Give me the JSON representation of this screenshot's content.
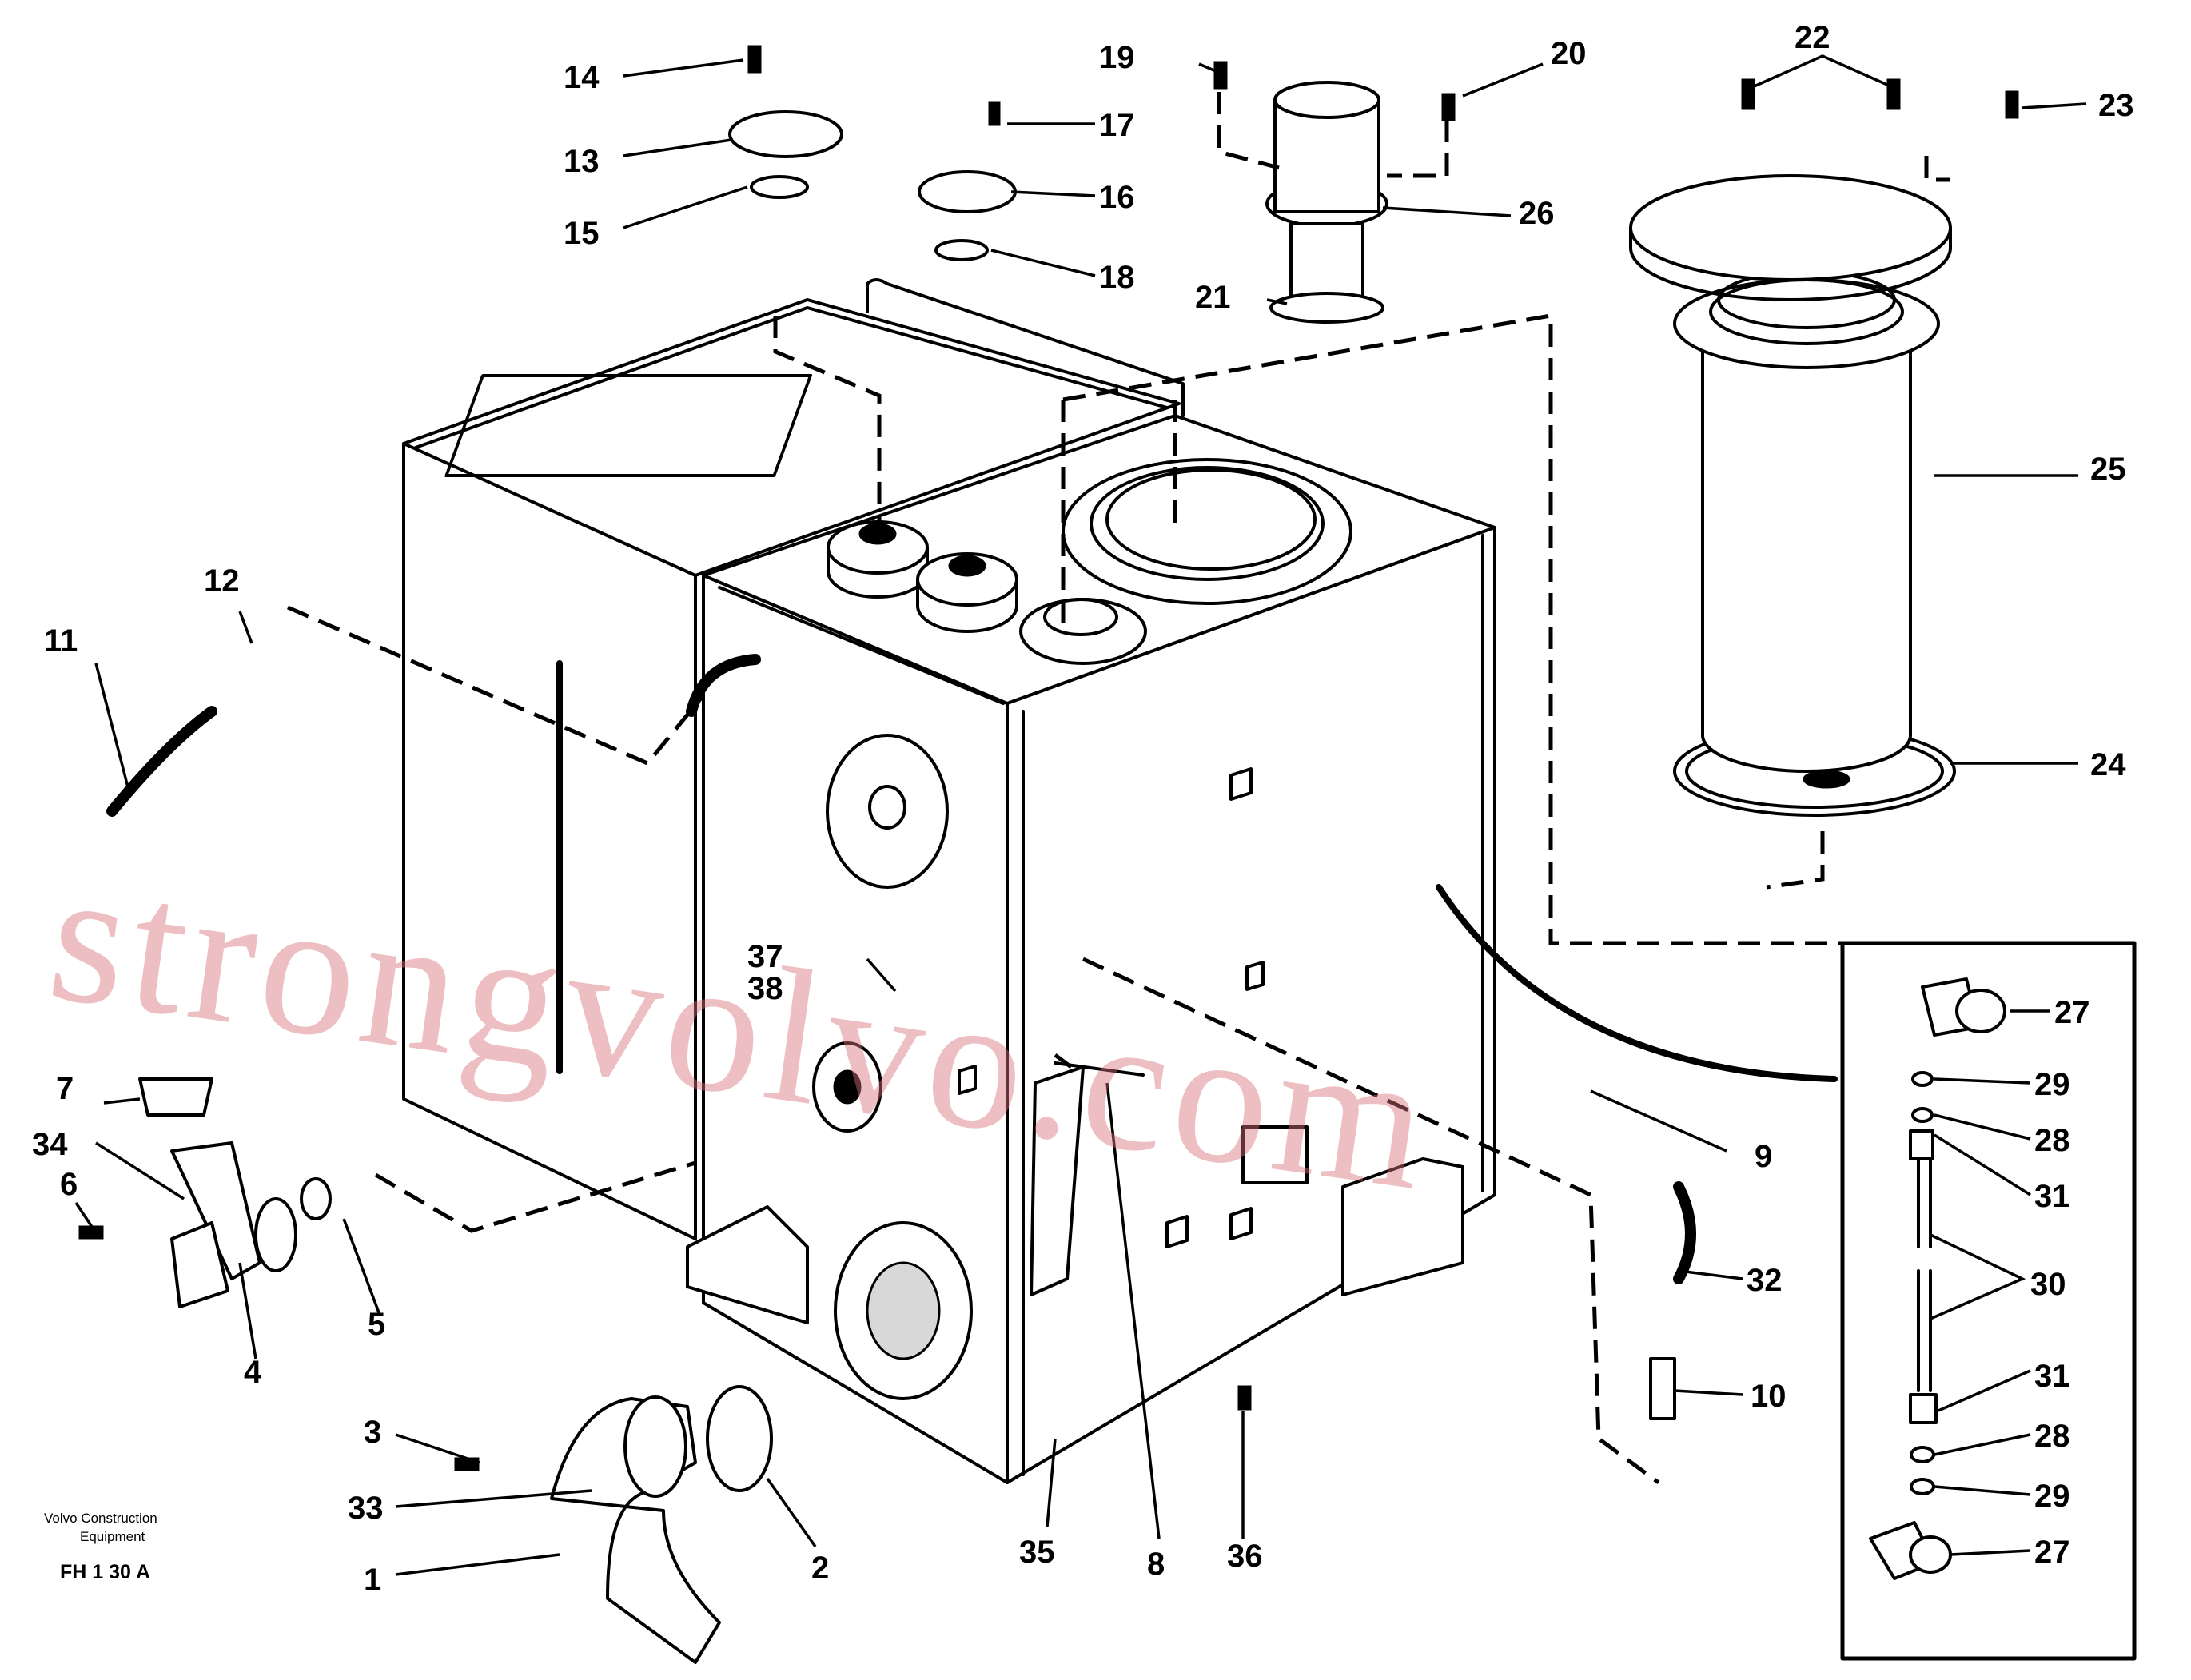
{
  "diagram": {
    "watermark": "strongvolvo.com",
    "caption_line1": "Volvo Construction",
    "caption_line2": "Equipment",
    "drawing_code": "FH 1 30 A",
    "callouts": [
      {
        "id": "c1",
        "text": "1"
      },
      {
        "id": "c2",
        "text": "2"
      },
      {
        "id": "c3",
        "text": "3"
      },
      {
        "id": "c4",
        "text": "4"
      },
      {
        "id": "c5",
        "text": "5"
      },
      {
        "id": "c6",
        "text": "6"
      },
      {
        "id": "c7",
        "text": "7"
      },
      {
        "id": "c8",
        "text": "8"
      },
      {
        "id": "c9",
        "text": "9"
      },
      {
        "id": "c10",
        "text": "10"
      },
      {
        "id": "c11",
        "text": "11"
      },
      {
        "id": "c12",
        "text": "12"
      },
      {
        "id": "c13",
        "text": "13"
      },
      {
        "id": "c14",
        "text": "14"
      },
      {
        "id": "c15",
        "text": "15"
      },
      {
        "id": "c16",
        "text": "16"
      },
      {
        "id": "c17",
        "text": "17"
      },
      {
        "id": "c18",
        "text": "18"
      },
      {
        "id": "c19",
        "text": "19"
      },
      {
        "id": "c20",
        "text": "20"
      },
      {
        "id": "c21",
        "text": "21"
      },
      {
        "id": "c22",
        "text": "22"
      },
      {
        "id": "c23",
        "text": "23"
      },
      {
        "id": "c24",
        "text": "24"
      },
      {
        "id": "c25",
        "text": "25"
      },
      {
        "id": "c26",
        "text": "26"
      },
      {
        "id": "c27a",
        "text": "27"
      },
      {
        "id": "c27b",
        "text": "27"
      },
      {
        "id": "c28a",
        "text": "28"
      },
      {
        "id": "c28b",
        "text": "28"
      },
      {
        "id": "c29a",
        "text": "29"
      },
      {
        "id": "c29b",
        "text": "29"
      },
      {
        "id": "c30",
        "text": "30"
      },
      {
        "id": "c31a",
        "text": "31"
      },
      {
        "id": "c31b",
        "text": "31"
      },
      {
        "id": "c32",
        "text": "32"
      },
      {
        "id": "c33",
        "text": "33"
      },
      {
        "id": "c34",
        "text": "34"
      },
      {
        "id": "c35",
        "text": "35"
      },
      {
        "id": "c36",
        "text": "36"
      },
      {
        "id": "c37",
        "text": "37"
      },
      {
        "id": "c38",
        "text": "38"
      }
    ]
  }
}
